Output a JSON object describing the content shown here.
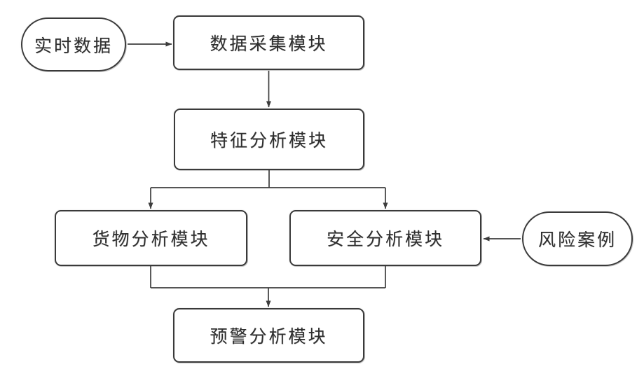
{
  "diagram": {
    "nodes": {
      "realtime_data": {
        "label": "实时数据",
        "shape": "terminator"
      },
      "data_collection": {
        "label": "数据采集模块",
        "shape": "process"
      },
      "feature_analysis": {
        "label": "特征分析模块",
        "shape": "process"
      },
      "cargo_analysis": {
        "label": "货物分析模块",
        "shape": "process"
      },
      "safety_analysis": {
        "label": "安全分析模块",
        "shape": "process"
      },
      "risk_case": {
        "label": "风险案例",
        "shape": "terminator"
      },
      "warning_analysis": {
        "label": "预警分析模块",
        "shape": "process"
      }
    },
    "edges": [
      {
        "from": "realtime_data",
        "to": "data_collection"
      },
      {
        "from": "data_collection",
        "to": "feature_analysis"
      },
      {
        "from": "feature_analysis",
        "to": "cargo_analysis"
      },
      {
        "from": "feature_analysis",
        "to": "safety_analysis"
      },
      {
        "from": "risk_case",
        "to": "safety_analysis"
      },
      {
        "from": "cargo_analysis",
        "to": "warning_analysis"
      },
      {
        "from": "safety_analysis",
        "to": "warning_analysis"
      }
    ],
    "colors": {
      "line": "#3d3d3d",
      "node_border": "#3a3a3a",
      "node_fill": "#ffffff",
      "text": "#2e2e2e",
      "background": "#ffffff"
    }
  }
}
